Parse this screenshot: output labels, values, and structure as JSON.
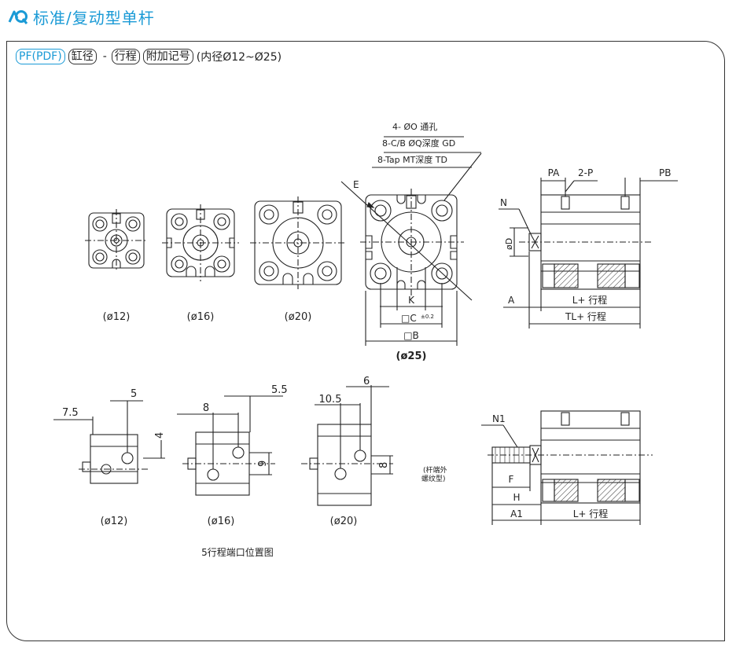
{
  "header": {
    "title": "标准/复动型单杆",
    "logo_color": "#1a9ad6"
  },
  "model_code": {
    "prefix": "PF(PDF)",
    "bore": "缸径",
    "separator": "-",
    "stroke": "行程",
    "suffix": "附加记号",
    "range": "(内径Ø12~Ø25)"
  },
  "labels": {
    "size12": "(ø12)",
    "size16": "(ø16)",
    "size20": "(ø20)",
    "size25": "(ø25)",
    "hole1": "4- ØO 通孔",
    "hole2": "8-C/B ØQ深度 GD",
    "hole3": "8-Tap MT深度 TD",
    "E": "E",
    "K": "K",
    "C": "□C",
    "C_tol": "±0.2",
    "B": "□B",
    "N": "N",
    "D": "øD",
    "PA": "PA",
    "P2": "2-P",
    "PB": "PB",
    "A": "A",
    "L_stroke": "L+ 行程",
    "TL_stroke": "TL+ 行程",
    "N1": "N1",
    "F": "F",
    "H": "H",
    "A1": "A1",
    "L_stroke2": "L+ 行程",
    "rod_note_1": "(杆端外",
    "rod_note_2": "螺纹型)",
    "d75": "7.5",
    "d5": "5",
    "d4": "4",
    "d8": "8",
    "d55": "5.5",
    "d9": "9",
    "d105": "10.5",
    "d6": "6",
    "d8b": "8",
    "caption": "5行程端口位置图"
  }
}
